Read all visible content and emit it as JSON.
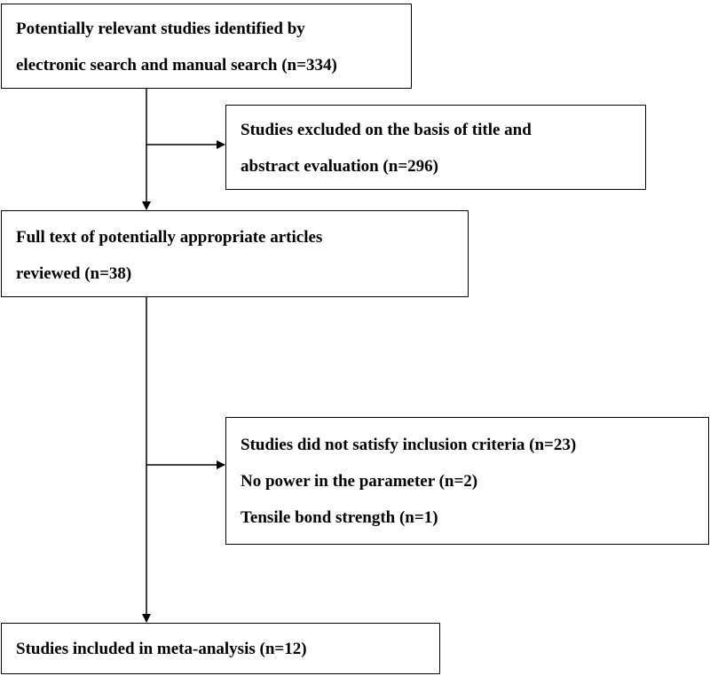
{
  "flowchart": {
    "identified": {
      "line1": "Potentially relevant studies identified by",
      "line2": "electronic search and manual search (n=334)"
    },
    "excluded_title_abstract": {
      "line1": "Studies excluded on the basis of title and",
      "line2": "abstract evaluation (n=296)"
    },
    "full_text_reviewed": {
      "line1": "Full text of potentially appropriate articles",
      "line2": "reviewed (n=38)"
    },
    "excluded_full_text": {
      "line1": "Studies did not satisfy inclusion criteria (n=23)",
      "line2": "No power in the parameter (n=2)",
      "line3": "Tensile bond strength (n=1)"
    },
    "included": {
      "line1": "Studies included in meta-analysis (n=12)"
    }
  },
  "colors": {
    "stroke": "#000000",
    "background": "#ffffff"
  }
}
